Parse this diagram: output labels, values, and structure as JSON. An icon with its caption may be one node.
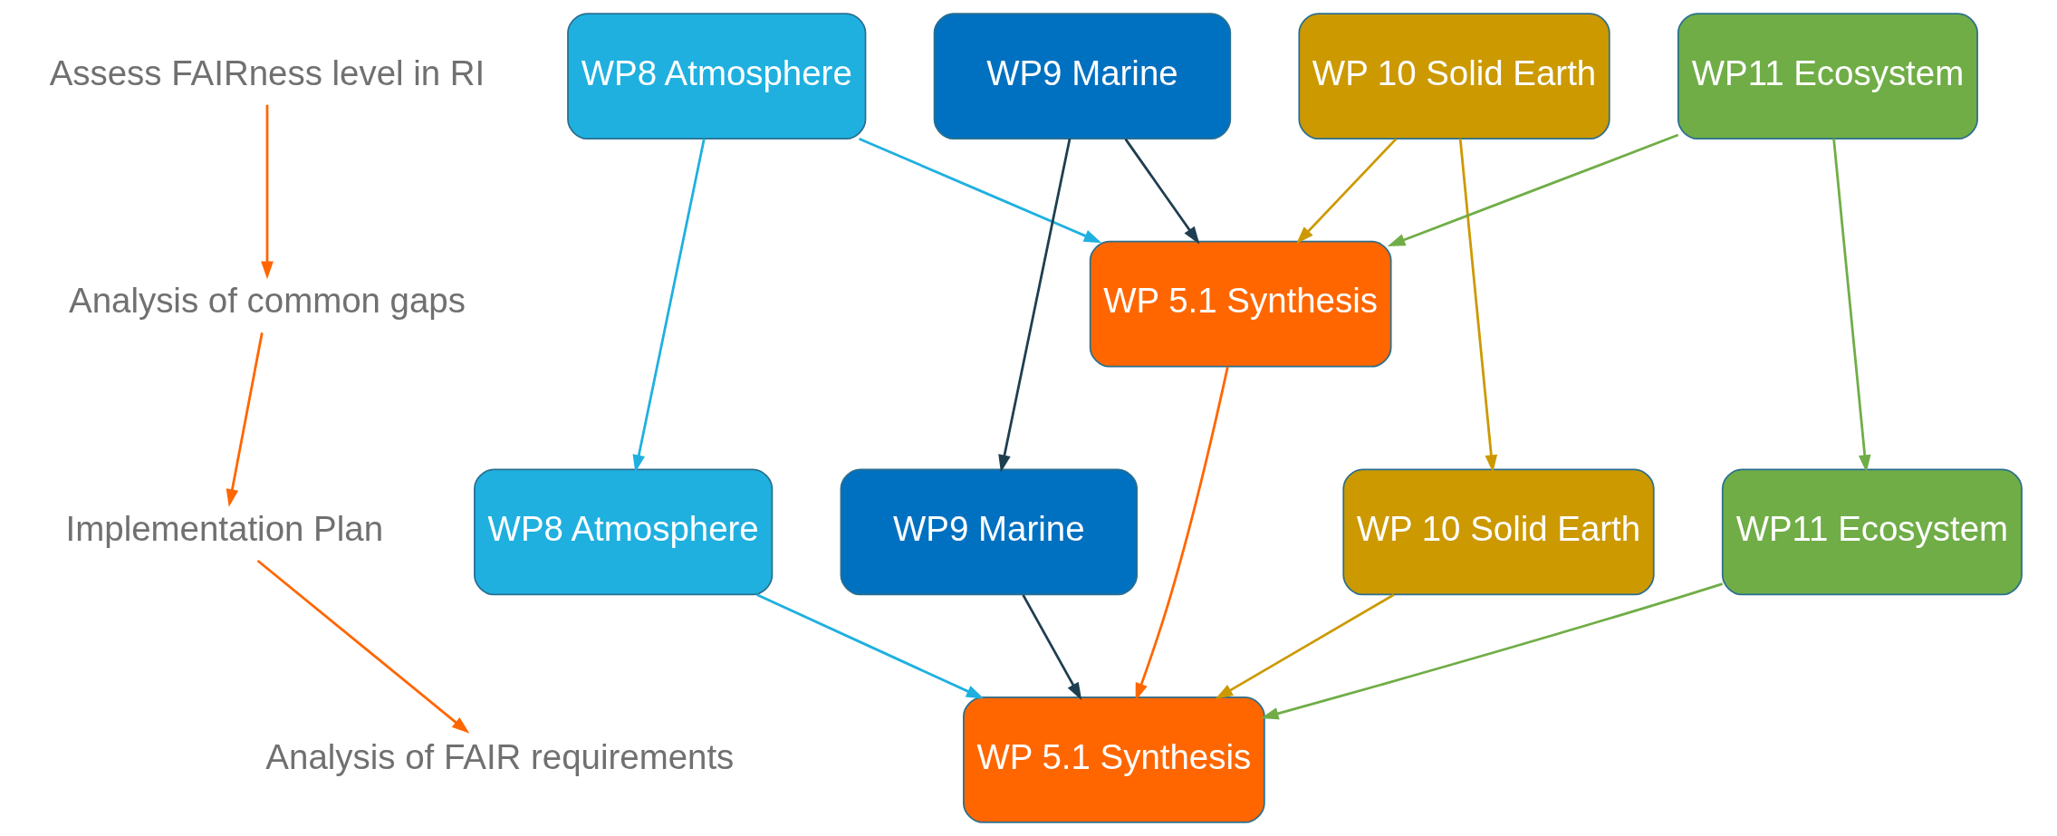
{
  "diagram": {
    "nodes": [
      {
        "text": [
          "Assess FAIRness level in RI"
        ]
      },
      {
        "text": [
          "Analysis of common gaps"
        ]
      },
      {
        "text": [
          "Implementation Plan"
        ]
      },
      {
        "text": [
          "Analysis of FAIR requirements"
        ]
      },
      {
        "text": [
          "WP8 Atmosphere"
        ]
      },
      {
        "text": [
          "WP9 Marine"
        ]
      },
      {
        "text": [
          "WP 10 Solid Earth"
        ]
      },
      {
        "text": [
          "WP11 Ecosystem"
        ]
      },
      {
        "text": [
          "WP 5.1 Synthesis"
        ]
      },
      {
        "text": [
          "WP8 Atmosphere"
        ]
      },
      {
        "text": [
          "WP9 Marine"
        ]
      },
      {
        "text": [
          "WP 10 Solid Earth"
        ]
      },
      {
        "text": [
          "WP11 Ecosystem"
        ]
      },
      {
        "text": [
          "WP 5.1 Synthesis"
        ]
      }
    ],
    "edges": [
      {
        "from": 0,
        "to": 1,
        "arrow": "to",
        "color": "#ff6600"
      },
      {
        "from": 1,
        "to": 2,
        "arrow": "to",
        "color": "#ff6600"
      },
      {
        "from": 2,
        "to": 3,
        "arrow": "to",
        "color": "#ff6600"
      },
      {
        "from": 4,
        "to": 8,
        "arrow": "to",
        "color": "#1fb0e0"
      },
      {
        "from": 5,
        "to": 8,
        "arrow": "to",
        "color": "#1f3f50"
      },
      {
        "from": 6,
        "to": 8,
        "arrow": "to",
        "color": "#cc9900"
      },
      {
        "from": 7,
        "to": 8,
        "arrow": "to",
        "color": "#70ad47"
      },
      {
        "from": 4,
        "to": 9,
        "arrow": "to",
        "color": "#1fb0e0"
      },
      {
        "from": 5,
        "to": 10,
        "arrow": "to",
        "color": "#1f3f50"
      },
      {
        "from": 6,
        "to": 11,
        "arrow": "to",
        "color": "#cc9900"
      },
      {
        "from": 7,
        "to": 12,
        "arrow": "to",
        "color": "#70ad47"
      },
      {
        "from": 8,
        "to": 13,
        "arrow": "to",
        "color": "#ff6600"
      },
      {
        "from": 9,
        "to": 13,
        "arrow": "to",
        "color": "#1fb0e0"
      },
      {
        "from": 10,
        "to": 13,
        "arrow": "to",
        "color": "#1f3f50"
      },
      {
        "from": 11,
        "to": 13,
        "arrow": "to",
        "color": "#cc9900"
      },
      {
        "from": 12,
        "to": 13,
        "arrow": "to",
        "color": "#70ad47"
      }
    ]
  }
}
